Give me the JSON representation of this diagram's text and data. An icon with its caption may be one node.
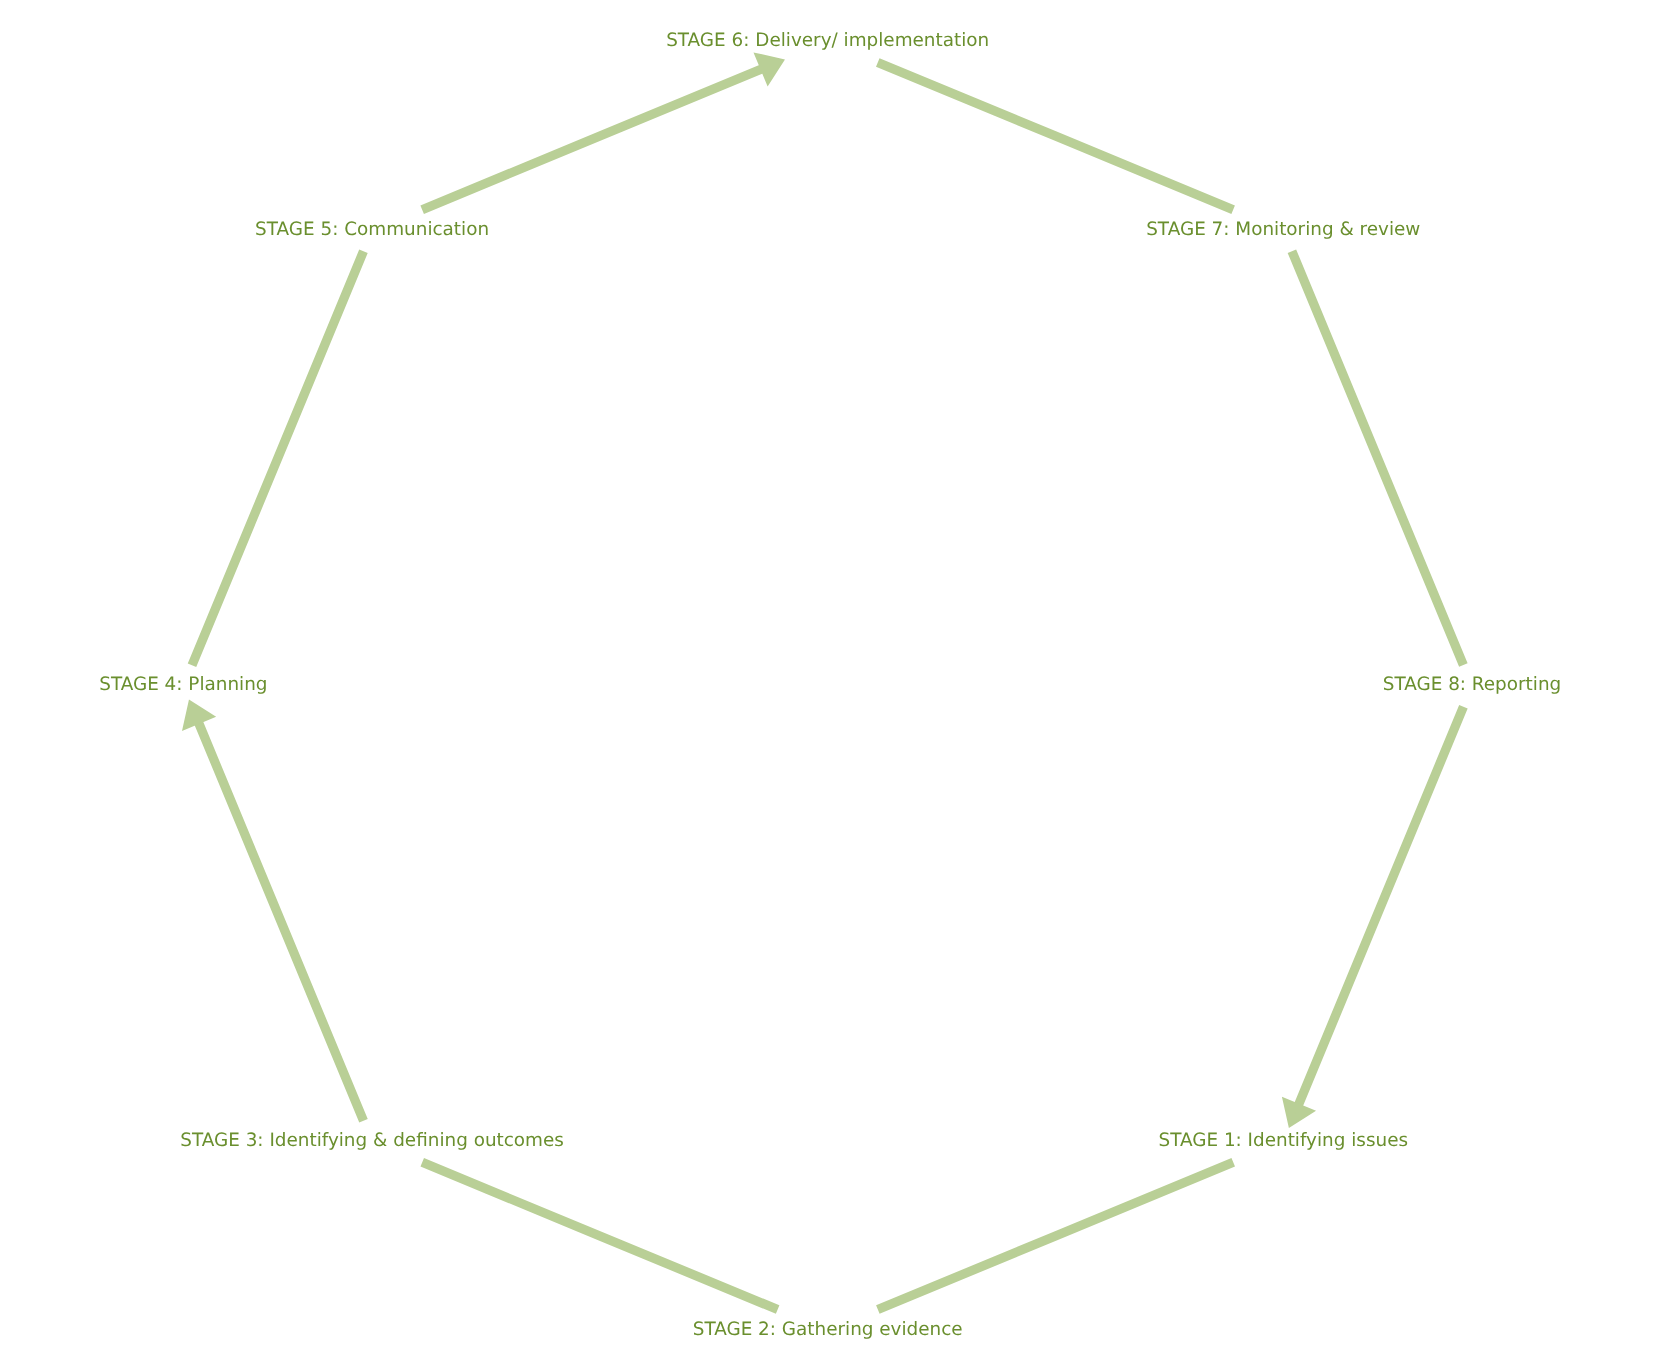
{
  "diagram": {
    "nodes": [
      {
        "text": [
          "STAGE 1: Identifying issues"
        ]
      },
      {
        "text": [
          "STAGE 2: Gathering evidence"
        ]
      },
      {
        "text": [
          "STAGE 3: Identifying & defining outcomes"
        ]
      },
      {
        "text": [
          "STAGE 4: Planning"
        ]
      },
      {
        "text": [
          "STAGE 5: Communication"
        ]
      },
      {
        "text": [
          "STAGE 6: Delivery/ implementation"
        ]
      },
      {
        "text": [
          "STAGE 7: Monitoring & review"
        ]
      },
      {
        "text": [
          "STAGE 8: Reporting"
        ]
      }
    ],
    "edges": [
      {
        "from": 7,
        "to": 0,
        "arrow": "to"
      },
      {
        "from": 0,
        "to": 1,
        "arrow": "none"
      },
      {
        "from": 1,
        "to": 2,
        "arrow": "none"
      },
      {
        "from": 2,
        "to": 3,
        "arrow": "to"
      },
      {
        "from": 3,
        "to": 4,
        "arrow": "none"
      },
      {
        "from": 4,
        "to": 5,
        "arrow": "to"
      },
      {
        "from": 5,
        "to": 6,
        "arrow": "none"
      },
      {
        "from": 6,
        "to": 7,
        "arrow": "none"
      }
    ]
  }
}
